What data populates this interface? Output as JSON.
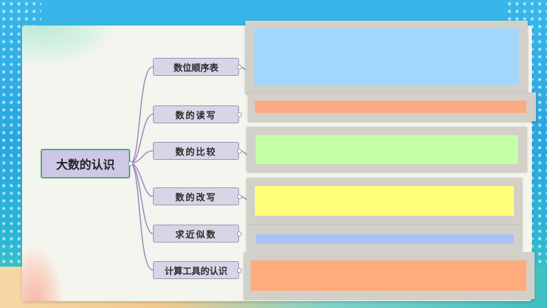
{
  "mindmap": {
    "root": "大数的认识",
    "branches": [
      {
        "label": "数位顺序表"
      },
      {
        "label": "数的读写"
      },
      {
        "label": "数的比较"
      },
      {
        "label": "数的改写"
      },
      {
        "label": "求近似数"
      },
      {
        "label": "计算工具的认识"
      }
    ]
  },
  "colors": {
    "line": "#9b8bbd",
    "root_fill": "#cfc7e6",
    "root_border": "#4aa97a",
    "node_fill": "#d9d4e6",
    "cover_frame": "#d2d0c8",
    "cover_fills": [
      "#a3d6fb",
      "#f9ab83",
      "#c3ffa7",
      "#ffff7a",
      "#a9c3f7",
      "#ffab7c"
    ]
  }
}
